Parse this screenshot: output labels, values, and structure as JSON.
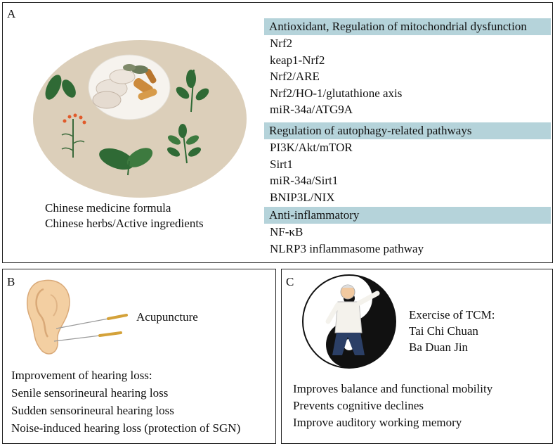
{
  "panel_a": {
    "label": "A",
    "caption": [
      "Chinese medicine formula",
      "Chinese herbs/Active ingredients"
    ],
    "sections": [
      {
        "title": "Antioxidant, Regulation of  mitochondrial dysfunction",
        "items": [
          "Nrf2",
          "keap1-Nrf2",
          "Nrf2/ARE",
          "Nrf2/HO-1/glutathione axis",
          "miR-34a/ATG9A"
        ]
      },
      {
        "title": "Regulation of autophagy-related pathways",
        "items": [
          "PI3K/Akt/mTOR",
          "Sirt1",
          "miR-34a/Sirt1",
          "BNIP3L/NIX"
        ]
      },
      {
        "title": "Anti-inflammatory",
        "items": [
          "NF-κB",
          "NLRP3 inflammasome pathway"
        ]
      }
    ]
  },
  "panel_b": {
    "label": "B",
    "title": "Acupuncture",
    "lines": [
      "Improvement of hearing loss:",
      "Senile sensorineural hearing loss",
      "Sudden sensorineural hearing loss",
      "Noise-induced hearing loss (protection of SGN)"
    ]
  },
  "panel_c": {
    "label": "C",
    "exercise": [
      "Exercise of TCM:",
      "Tai Chi Chuan",
      "Ba Duan Jin"
    ],
    "lines": [
      "Improves balance and functional mobility",
      "Prevents cognitive declines",
      "Improve auditory working memory"
    ]
  },
  "colors": {
    "header_bg": "#b5d3da",
    "plate_bg": "#dcd0bc",
    "leaf": "#2f6a35",
    "needle": "#d4a23a"
  }
}
